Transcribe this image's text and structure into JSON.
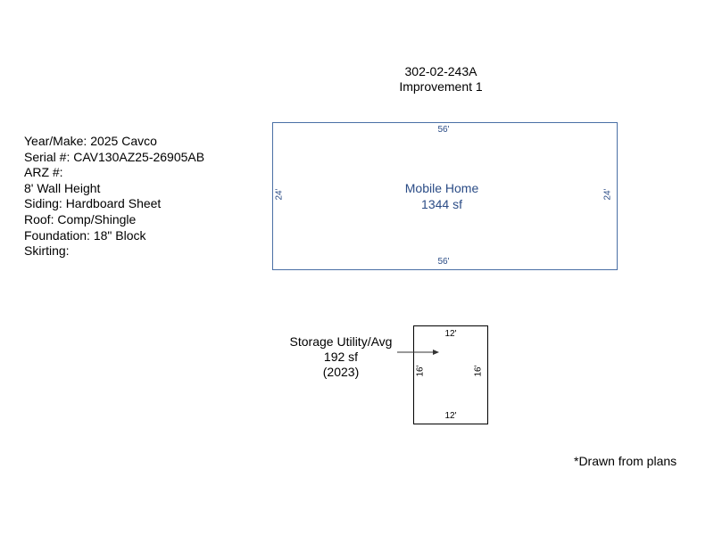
{
  "header": {
    "parcel": "302-02-243A",
    "improvement": "Improvement 1"
  },
  "info": [
    "Year/Make: 2025 Cavco",
    "Serial #: CAV130AZ25-26905AB",
    "ARZ #:",
    "8' Wall Height",
    "Siding: Hardboard Sheet",
    "Roof: Comp/Shingle",
    "Foundation: 18\" Block",
    "Skirting:"
  ],
  "main": {
    "label": "Mobile Home",
    "area": "1344 sf",
    "top": "56'",
    "bottom": "56'",
    "left": "24'",
    "right": "24'",
    "color": "#4a6fa5",
    "text_color": "#2b4c86"
  },
  "storage": {
    "label": "Storage Utility/Avg",
    "area": "192 sf",
    "year": "(2023)",
    "top": "12'",
    "bottom": "12'",
    "left": "16'",
    "right": "16'"
  },
  "note": "*Drawn from plans"
}
